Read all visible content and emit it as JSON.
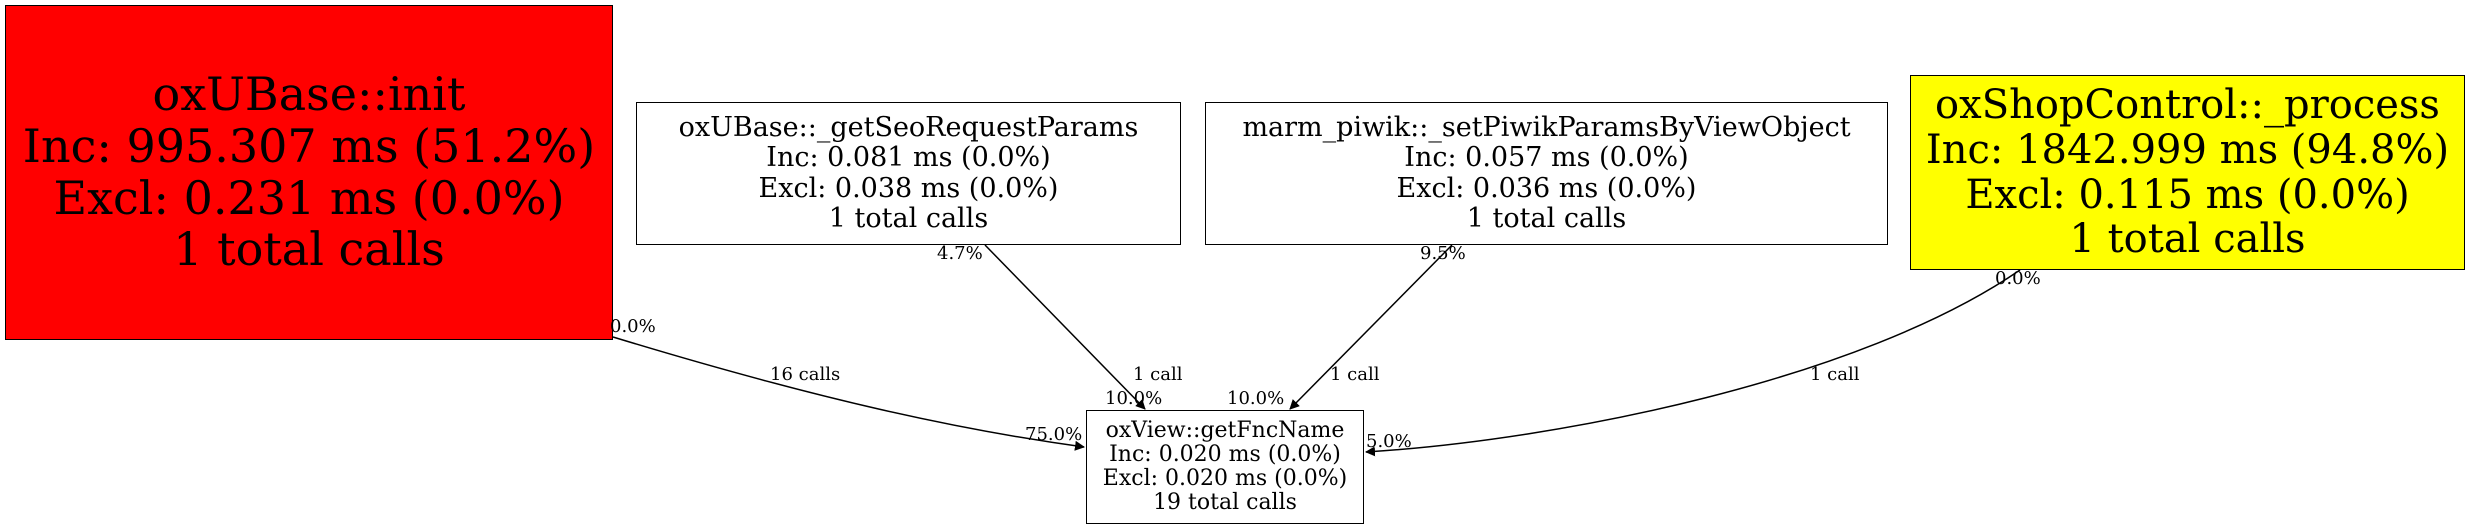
{
  "colors": {
    "init": "#ff0000",
    "shop": "#ffff00",
    "default": "#ffffff",
    "stroke": "#000000"
  },
  "nodes": {
    "init": {
      "name": "oxUBase::init",
      "inc": "Inc: 995.307 ms (51.2%)",
      "excl": "Excl: 0.231 ms (0.0%)",
      "calls": "1 total calls"
    },
    "seo": {
      "name": "oxUBase::_getSeoRequestParams",
      "inc": "Inc: 0.081 ms (0.0%)",
      "excl": "Excl: 0.038 ms (0.0%)",
      "calls": "1 total calls"
    },
    "piwik": {
      "name": "marm_piwik::_setPiwikParamsByViewObject",
      "inc": "Inc: 0.057 ms (0.0%)",
      "excl": "Excl: 0.036 ms (0.0%)",
      "calls": "1 total calls"
    },
    "shop": {
      "name": "oxShopControl::_process",
      "inc": "Inc: 1842.999 ms (94.8%)",
      "excl": "Excl: 0.115 ms (0.0%)",
      "calls": "1 total calls"
    },
    "fnc": {
      "name": "oxView::getFncName",
      "inc": "Inc: 0.020 ms (0.0%)",
      "excl": "Excl: 0.020 ms (0.0%)",
      "calls": "19 total calls"
    }
  },
  "edges": {
    "init_fnc": {
      "tail": "0.0%",
      "calls": "16 calls",
      "head": "75.0%"
    },
    "seo_fnc": {
      "tail": "4.7%",
      "calls": "1 call",
      "head": "10.0%"
    },
    "piwik_fnc": {
      "tail": "9.5%",
      "calls": "1 call",
      "head": "10.0%"
    },
    "shop_fnc": {
      "tail": "0.0%",
      "calls": "1 call",
      "head": "5.0%"
    }
  }
}
